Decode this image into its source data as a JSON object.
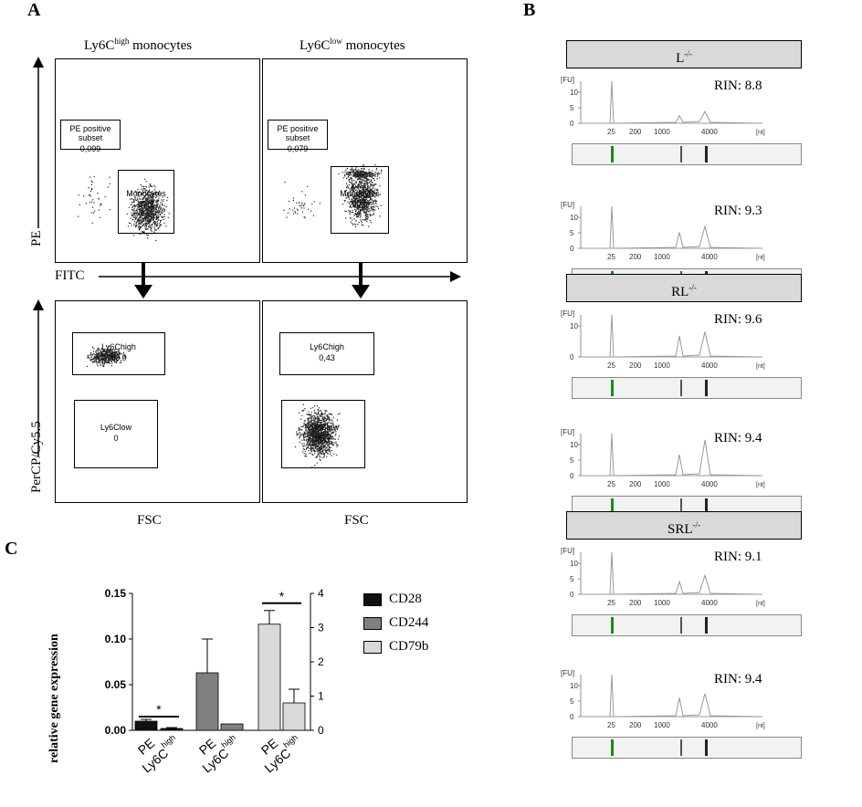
{
  "panels": {
    "a": "A",
    "b": "B",
    "c": "C"
  },
  "panel_a": {
    "col_titles": [
      {
        "base": "Ly6C",
        "sup": "high",
        "rest": " monocytes"
      },
      {
        "base": "Ly6C",
        "sup": "low",
        "rest": " monocytes"
      }
    ],
    "axis_pe": "PE",
    "axis_fitc": "FITC",
    "axis_percp": "PerCP/Cy5.5",
    "axis_fsc_left": "FSC",
    "axis_fsc_right": "FSC",
    "top_gates": [
      {
        "pe_name": "PE positive subset",
        "pe_value": "0,099",
        "mono_name": "Monocytes",
        "mono_value": "87,2"
      },
      {
        "pe_name": "PE positive subset",
        "pe_value": "0,079",
        "mono_name": "Monocytes",
        "mono_value": "92,9"
      }
    ],
    "bottom_gates": [
      {
        "high_name": "Ly6Chigh",
        "high_value": "98,9",
        "low_name": "Ly6Clow",
        "low_value": "0"
      },
      {
        "high_name": "Ly6Chigh",
        "high_value": "0,43",
        "low_name": "Ly6Clow",
        "low_value": "86,7"
      }
    ]
  },
  "panel_b": {
    "fu_label": "[FU]",
    "nt_label": "[nt]",
    "x_ticks": [
      "25",
      "200",
      "1000",
      "4000"
    ],
    "groups": [
      {
        "header": {
          "base": "L",
          "sup": "-/-"
        },
        "samples": [
          {
            "rin": "RIN: 8.8",
            "y_ticks": [
              "10",
              "5",
              "0"
            ],
            "peak_small": 0.18,
            "peak_large": 0.28
          },
          {
            "rin": "RIN: 9.3",
            "y_ticks": [
              "10",
              "5",
              "0"
            ],
            "peak_small": 0.38,
            "peak_large": 0.52
          }
        ]
      },
      {
        "header": {
          "base": "RL",
          "sup": "-/-"
        },
        "samples": [
          {
            "rin": "RIN: 9.6",
            "y_ticks": [
              "10",
              "0"
            ],
            "peak_small": 0.5,
            "peak_large": 0.6
          },
          {
            "rin": "RIN: 9.4",
            "y_ticks": [
              "10",
              "5",
              "0"
            ],
            "peak_small": 0.5,
            "peak_large": 0.85
          }
        ]
      },
      {
        "header": {
          "base": "SRL",
          "sup": "-/-"
        },
        "samples": [
          {
            "rin": "RIN: 9.1",
            "y_ticks": [
              "10",
              "5",
              "0"
            ],
            "peak_small": 0.3,
            "peak_large": 0.45
          },
          {
            "rin": "RIN: 9.4",
            "y_ticks": [
              "10",
              "5",
              "0"
            ],
            "peak_small": 0.45,
            "peak_large": 0.55
          }
        ]
      }
    ]
  },
  "panel_c": {
    "ylabel": "relative gene expression",
    "left_ticks": [
      "0.15",
      "0.10",
      "0.05",
      "0.00"
    ],
    "right_ticks": [
      "4",
      "3",
      "2",
      "1",
      "0"
    ],
    "star": "*",
    "x_labels": [
      {
        "base": "PE",
        "sup": ""
      },
      {
        "base": "Ly6C",
        "sup": "high"
      },
      {
        "base": "PE",
        "sup": ""
      },
      {
        "base": "Ly6C",
        "sup": "high"
      },
      {
        "base": "PE",
        "sup": ""
      },
      {
        "base": "Ly6C",
        "sup": "high"
      }
    ],
    "legend": [
      {
        "name": "CD28",
        "color": "#111111"
      },
      {
        "name": "CD244",
        "color": "#808080"
      },
      {
        "name": "CD79b",
        "color": "#d9d9d9"
      }
    ]
  },
  "chart_data": {
    "type": "bar",
    "categories": [
      "PE",
      "Ly6Chigh"
    ],
    "series": [
      {
        "name": "CD28",
        "axis": "left",
        "values": [
          0.01,
          0.002
        ],
        "errors": [
          0.002,
          0.001
        ]
      },
      {
        "name": "CD244",
        "axis": "left",
        "values": [
          0.063,
          0.007
        ],
        "errors": [
          0.037,
          0.0
        ]
      },
      {
        "name": "CD79b",
        "axis": "right",
        "values": [
          3.1,
          0.8
        ],
        "errors": [
          0.4,
          0.4
        ]
      }
    ],
    "ylabel": "relative gene expression",
    "ylim": [
      0,
      0.15
    ],
    "y2lim": [
      0,
      4
    ],
    "significance": [
      "CD28",
      "CD79b"
    ]
  }
}
